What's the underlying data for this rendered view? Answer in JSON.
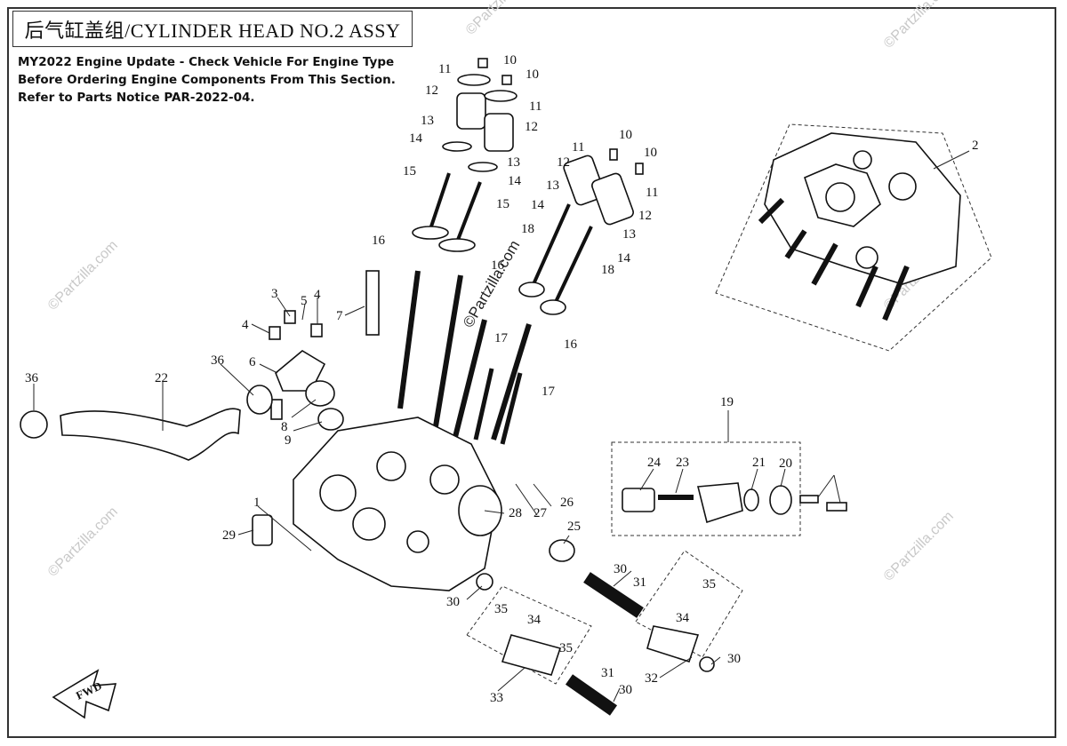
{
  "title": "后气缸盖组/CYLINDER HEAD NO.2 ASSY",
  "notice": [
    "MY2022 Engine Update - Check Vehicle For Engine Type",
    "Before Ordering Engine Components From This Section.",
    "Refer to Parts Notice PAR-2022-04."
  ],
  "watermark": "©Partzilla.com",
  "fwd_label": "FWD",
  "callouts": [
    "1",
    "2",
    "3",
    "4",
    "5",
    "6",
    "7",
    "8",
    "9",
    "10",
    "11",
    "12",
    "13",
    "14",
    "15",
    "16",
    "17",
    "18",
    "19",
    "20",
    "21",
    "22",
    "23",
    "24",
    "25",
    "26",
    "27",
    "28",
    "29",
    "30",
    "31",
    "32",
    "33",
    "34",
    "35",
    "36"
  ]
}
